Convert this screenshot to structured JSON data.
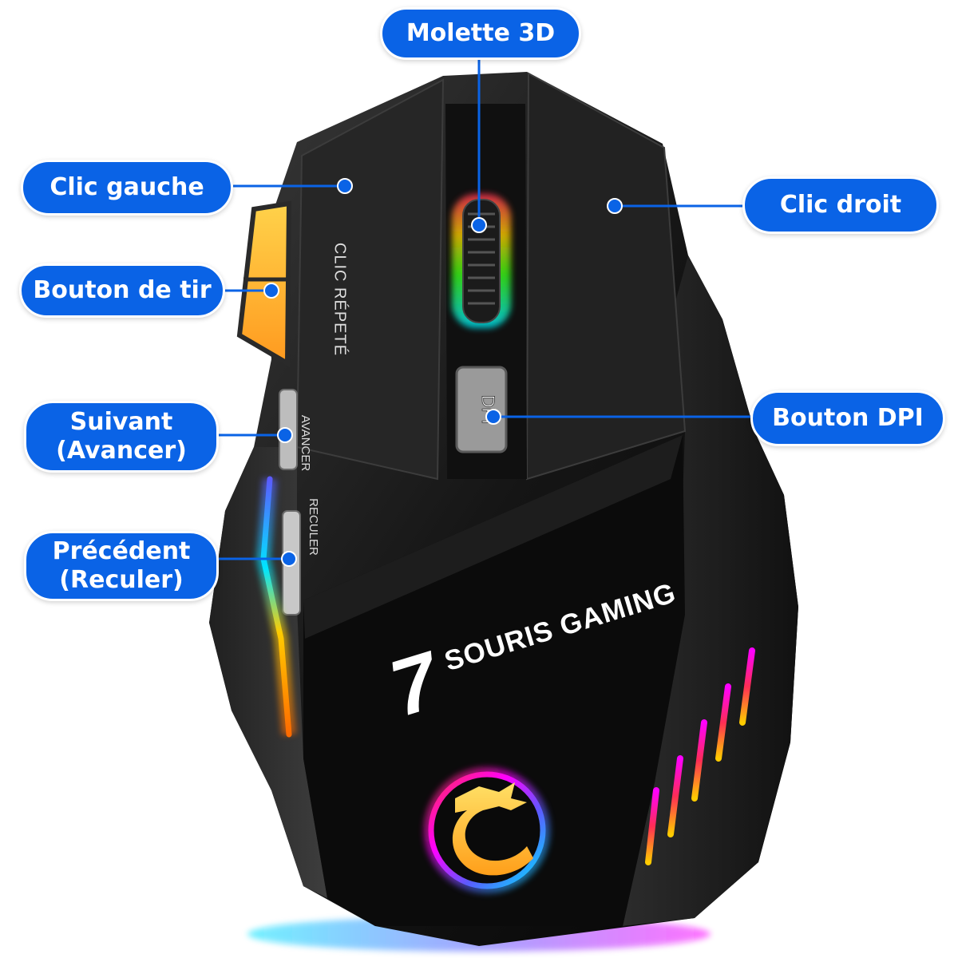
{
  "callouts": {
    "molette": "Molette 3D",
    "clic_gauche": "Clic gauche",
    "clic_droit": "Clic droit",
    "bouton_tir": "Bouton de tir",
    "bouton_dpi": "Bouton DPI",
    "suivant": "Suivant\n(Avancer)",
    "precedent": "Précédent\n(Reculer)"
  },
  "mouse_print": {
    "clic_repete": "CLIC RÉPETÉ",
    "avancer": "AVANCER",
    "reculer": "RECULER",
    "dpi_key": "DPI",
    "brand_number": "7",
    "brand_text": "SOURIS GAMING"
  },
  "colors": {
    "callout_bg": "#0a63e6",
    "mouse_body": "#141414",
    "rgb_glow": [
      "#ff2d55",
      "#ffcc00",
      "#39ff14",
      "#00e5ff",
      "#5b5bff",
      "#ff00ff"
    ]
  }
}
